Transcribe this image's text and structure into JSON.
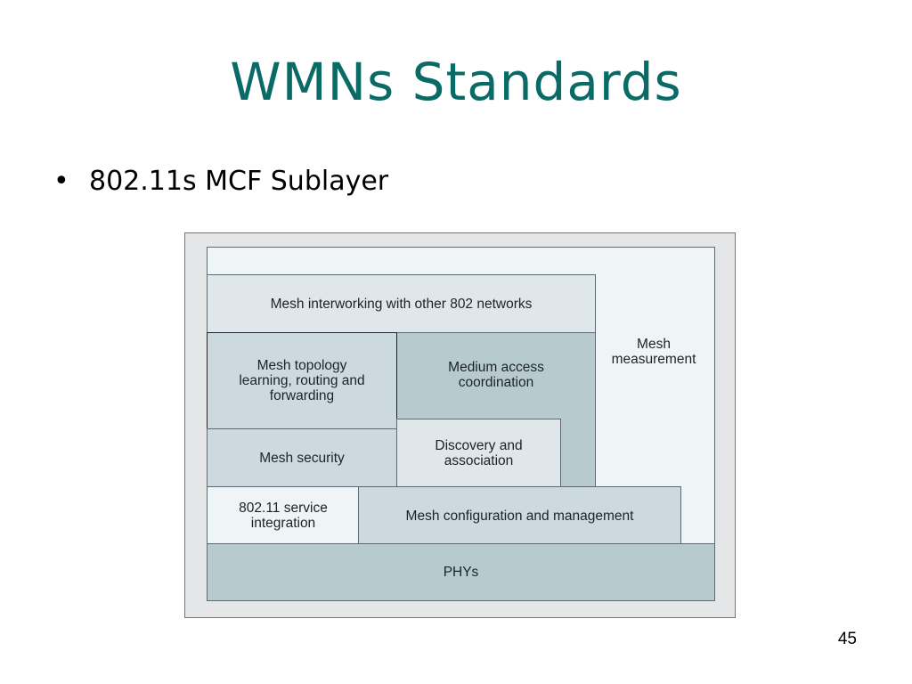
{
  "slide": {
    "title": "WMNs Standards",
    "bullet": "802.11s MCF Sublayer",
    "page_number": "45"
  },
  "diagram": {
    "blocks": {
      "interworking": [
        "Mesh interworking with other 802 networks"
      ],
      "topology": [
        "Mesh topology",
        "learning, routing and",
        "forwarding"
      ],
      "medium_access": [
        "Medium access",
        "coordination"
      ],
      "measurement": [
        "Mesh",
        "measurement"
      ],
      "security": [
        "Mesh security"
      ],
      "discovery": [
        "Discovery and",
        "association"
      ],
      "service_integration": [
        "802.11 service",
        "integration"
      ],
      "configuration": [
        "Mesh configuration and management"
      ],
      "phys": [
        "PHYs"
      ]
    }
  }
}
